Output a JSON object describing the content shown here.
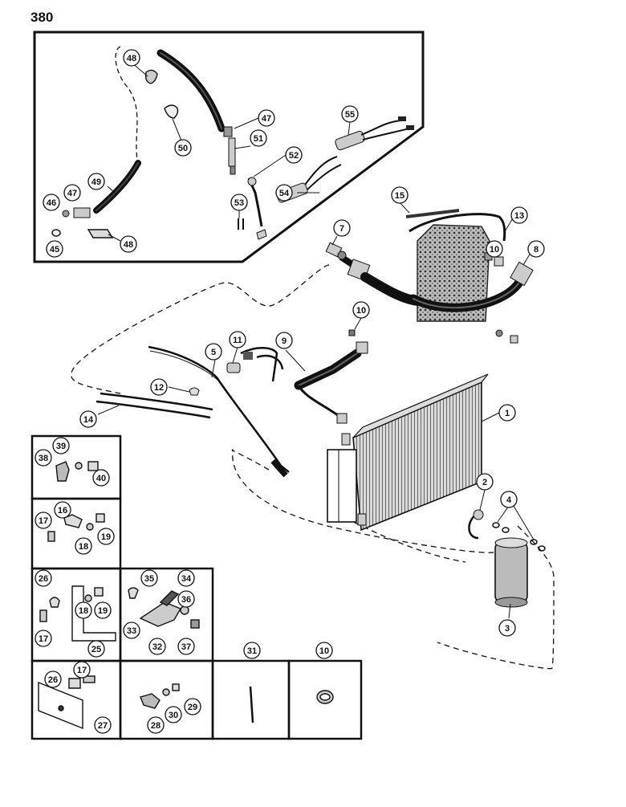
{
  "page_number": "380",
  "callouts": [
    "48",
    "47",
    "50",
    "51",
    "55",
    "52",
    "49",
    "46",
    "47",
    "45",
    "48",
    "53",
    "54",
    "15",
    "13",
    "7",
    "10",
    "8",
    "10",
    "11",
    "9",
    "5",
    "12",
    "14",
    "1",
    "2",
    "4",
    "3",
    "39",
    "38",
    "40",
    "16",
    "17",
    "19",
    "18",
    "26",
    "19",
    "18",
    "17",
    "25",
    "35",
    "34",
    "36",
    "33",
    "32",
    "37",
    "31",
    "10",
    "26",
    "17",
    "27",
    "28",
    "29",
    "30"
  ]
}
